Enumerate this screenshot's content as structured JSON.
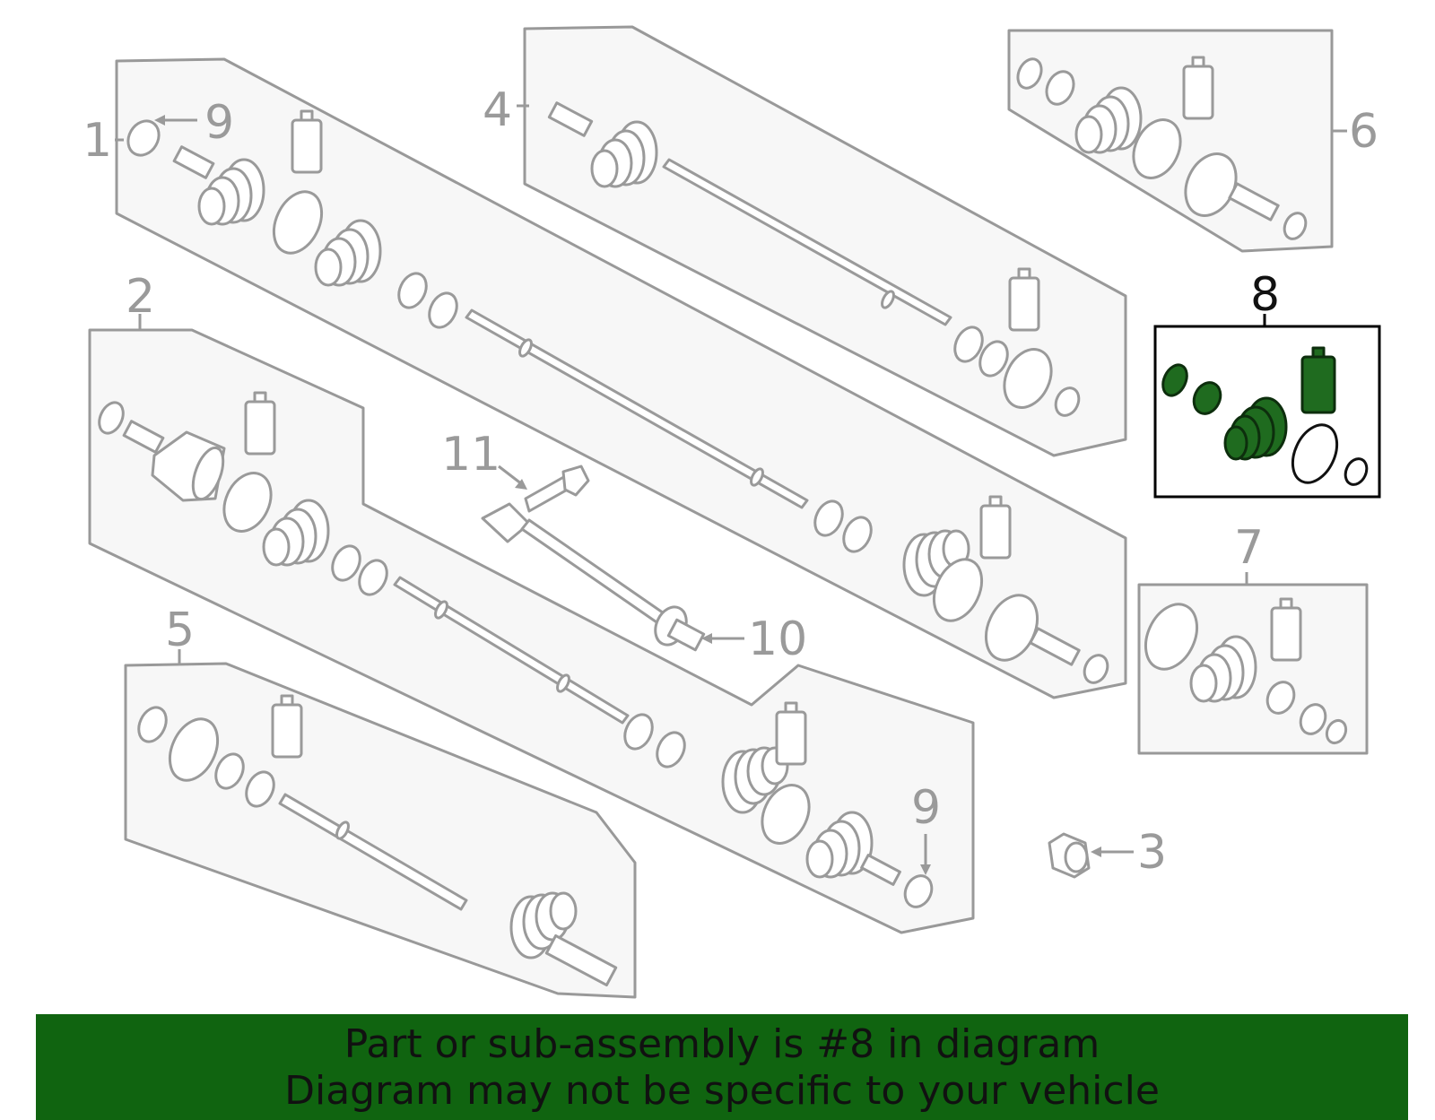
{
  "callouts": {
    "c1": "1",
    "c2": "2",
    "c3": "3",
    "c4": "4",
    "c5": "5",
    "c6": "6",
    "c7": "7",
    "c8": "8",
    "c9a": "9",
    "c9b": "9",
    "c10": "10",
    "c11": "11"
  },
  "highlight": {
    "callout": "8",
    "color": "#106410"
  },
  "banner": {
    "line1": "Part or sub-assembly is #8 in diagram",
    "line2": "Diagram may not be specific to your vehicle",
    "background": "#106410"
  }
}
